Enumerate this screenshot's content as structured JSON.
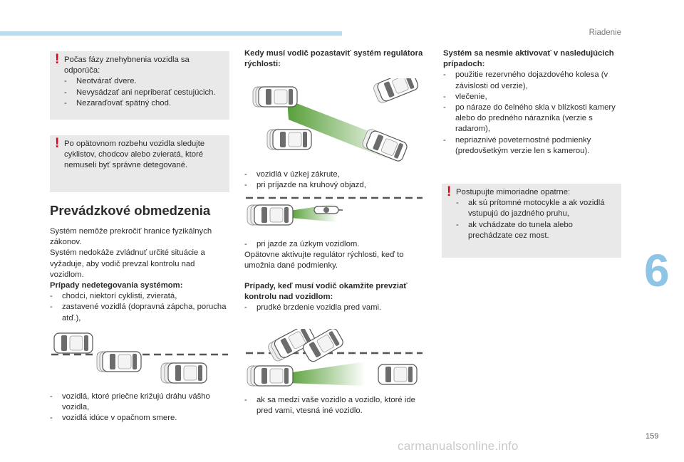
{
  "header": {
    "section": "Riadenie",
    "chapter_number": "6",
    "page_number": "159"
  },
  "col1": {
    "warning1": {
      "intro": "Počas fázy znehybnenia vozidla sa odporúča:",
      "items": [
        "Neotvárať dvere.",
        "Nevysádzať ani nepriberať cestujúcich.",
        "Nezaraďovať spätný chod."
      ]
    },
    "warning2": {
      "text": "Po opätovnom rozbehu vozidla sledujte cyklistov, chodcov alebo zvieratá, ktoré nemuseli byť správne detegované."
    },
    "heading": "Prevádzkové obmedzenia",
    "para1": "Systém nemôže prekročiť hranice fyzikálnych zákonov.",
    "para2": "Systém nedokáže zvládnuť určité situácie a vyžaduje, aby vodič prevzal kontrolu nad vozidlom.",
    "undetected_title": "Prípady nedetegovania systémom:",
    "undetected_items": [
      "chodci, niektorí cyklisti, zvieratá,",
      "zastavené vozidlá (dopravná zápcha, porucha atď.),"
    ],
    "bottom_items": [
      "vozidlá, ktoré priečne križujú dráhu vášho vozidla,",
      "vozidlá idúce v opačnom smere."
    ]
  },
  "col2": {
    "title": "Kedy musí vodič pozastaviť systém regulátora rýchlosti:",
    "items1": [
      "vozidlá v úzkej zákrute,",
      "pri príjazde na kruhový objazd,"
    ],
    "item2": "pri jazde za úzkym vozidlom.",
    "reactivate": "Opätovne aktivujte regulátor rýchlosti, keď to umožnia dané podmienky.",
    "immediate_title": "Prípady, keď musí vodič okamžite prevziať kontrolu nad vozidlom:",
    "immediate_items": [
      "prudké brzdenie vozidla pred vami."
    ],
    "bottom_items": [
      "ak sa medzi vaše vozidlo a vozidlo, ktoré ide pred vami, vtesná iné vozidlo."
    ]
  },
  "col3": {
    "title": "Systém sa nesmie aktivovať v nasledujúcich prípadoch:",
    "items": [
      "použitie rezervného dojazdového kolesa (v závislosti od verzie),",
      "vlečenie,",
      "po náraze do čelného skla v blízkosti kamery alebo do predného nárazníka (verzie s radarom),",
      "nepriaznivé poveternostné podmienky (predovšetkým verzie len s kamerou)."
    ],
    "warning": {
      "intro": "Postupujte mimoriadne opatrne:",
      "items": [
        "ak sú prítomné motocykle a ak vozidlá vstupujú do jazdného pruhu,",
        "ak vchádzate do tunela alebo prechádzate cez most."
      ]
    }
  },
  "watermark": "carmanualsonline.info",
  "colors": {
    "warning_mark": "#e2001a",
    "warning_bg": "#e9e9e9",
    "accent_bar": "#b9dcef",
    "chapter_number": "#8ec5e6",
    "beam_green": "#4e9a2e"
  },
  "icons": [
    "exclamation-icon",
    "car-icon",
    "motorcycle-icon"
  ]
}
